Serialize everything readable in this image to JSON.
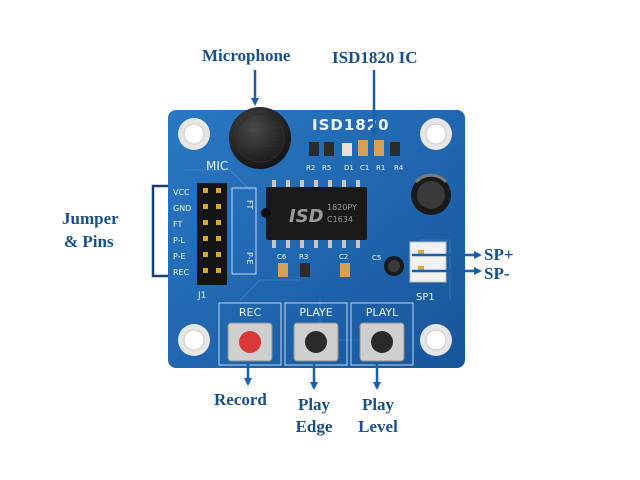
{
  "labels": {
    "microphone": "Microphone",
    "ic": "ISD1820 IC",
    "jumper_line1": "Jumper",
    "jumper_line2": "& Pins",
    "sp_plus": "SP+",
    "sp_minus": "SP-",
    "record": "Record",
    "play_edge_line1": "Play",
    "play_edge_line2": "Edge",
    "play_level_line1": "Play",
    "play_level_line2": "Level"
  },
  "board": {
    "title": "ISD1820",
    "mic_label": "MIC",
    "chip_text_large": "ISD",
    "chip_text_1": "1820PY",
    "chip_text_2": "C1634",
    "pin_labels": [
      "VCC",
      "GND",
      "FT",
      "P-L",
      "P-E",
      "REC"
    ],
    "connector_label": "J1",
    "jumper_ft_label": "FT",
    "jumper_pe_label": "P-E",
    "top_components": [
      "R2",
      "R5",
      "D1",
      "C1",
      "R1",
      "R4"
    ],
    "mid_components": [
      "C6",
      "R3",
      "C2"
    ],
    "cap_label": "C5",
    "speaker_label": "SP1",
    "button_labels": [
      "REC",
      "PLAYE",
      "PLAYL"
    ]
  },
  "colors": {
    "callout_text": "#1a4f8c",
    "arrow": "#1a5ea8",
    "pcb": "#1d64ae",
    "rec_button": "#d9393b",
    "play_button": "#2a2a2a"
  }
}
